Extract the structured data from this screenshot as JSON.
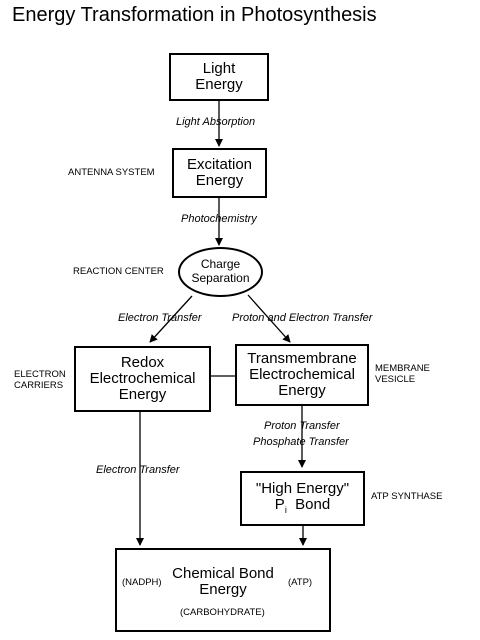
{
  "title": "Energy Transformation in Photosynthesis",
  "boxes": {
    "light": [
      "Light",
      "Energy"
    ],
    "excitation": [
      "Excitation",
      "Energy"
    ],
    "charge": [
      "Charge",
      "Separation"
    ],
    "redox": [
      "Redox",
      "Electrochemical",
      "Energy"
    ],
    "transmembrane": [
      "Transmembrane",
      "Electrochemical",
      "Energy"
    ],
    "high_energy": {
      "line1": "\"High Energy\"",
      "p": "P",
      "sub": "i",
      "bond": "Bond"
    },
    "chemical": [
      "Chemical Bond",
      "Energy"
    ]
  },
  "side_labels": {
    "antenna": "ANTENNA SYSTEM",
    "reaction": "REACTION CENTER",
    "electron_carriers": [
      "ELECTRON",
      "CARRIERS"
    ],
    "membrane_vesicle": [
      "MEMBRANE",
      "VESICLE"
    ],
    "atp_synthase": "ATP SYNTHASE"
  },
  "arrow_labels": {
    "light_absorption": "Light Absorption",
    "photochemistry": "Photochemistry",
    "electron_transfer_left": "Electron Transfer",
    "proton_electron_transfer": "Proton and Electron Transfer",
    "proton_transfer": "Proton Transfer",
    "phosphate_transfer": "Phosphate Transfer",
    "electron_transfer_lower": "Electron Transfer"
  },
  "inner_labels": {
    "nadph": "(NADPH)",
    "atp": "(ATP)",
    "carbohydrate": "(CARBOHYDRATE)"
  }
}
